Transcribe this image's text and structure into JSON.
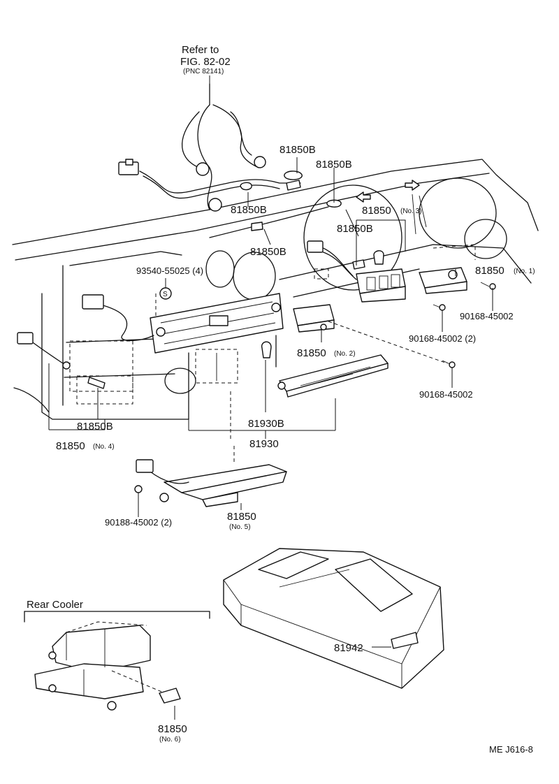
{
  "reference": {
    "line1": "Refer to",
    "line2": "FIG. 82-02",
    "line3": "(PNC 82141)"
  },
  "labels": {
    "p81850B_top": "81850B",
    "p81850B_center": "81850B",
    "p81850B_wire": "81850B",
    "p81850B_right": "81850B",
    "p81850B_panel": "81850B",
    "p81850_no3": "81850",
    "p81850_no3_sub": "(No. 3)",
    "p81850_no1": "81850",
    "p81850_no1_sub": "(No. 1)",
    "p81850_no2": "81850",
    "p81850_no2_sub": "(No. 2)",
    "p93540": "93540-55025 (4)",
    "screw_symbol": "S",
    "p90168_a": "90168-45002",
    "p90168_b": "90168-45002 (2)",
    "p90168_c": "90168-45002",
    "p81850B_left": "81850B",
    "p81850_no4": "81850",
    "p81850_no4_sub": "(No. 4)",
    "p81930B": "81930B",
    "p81930": "81930",
    "p90188": "90188-45002 (2)",
    "p81850_no5": "81850",
    "p81850_no5_sub": "(No. 5)",
    "rear_cooler": "Rear Cooler",
    "p81942": "81942",
    "p81850_no6": "81850",
    "p81850_no6_sub": "(No. 6)",
    "drawing_code": "ME  J616-8"
  }
}
